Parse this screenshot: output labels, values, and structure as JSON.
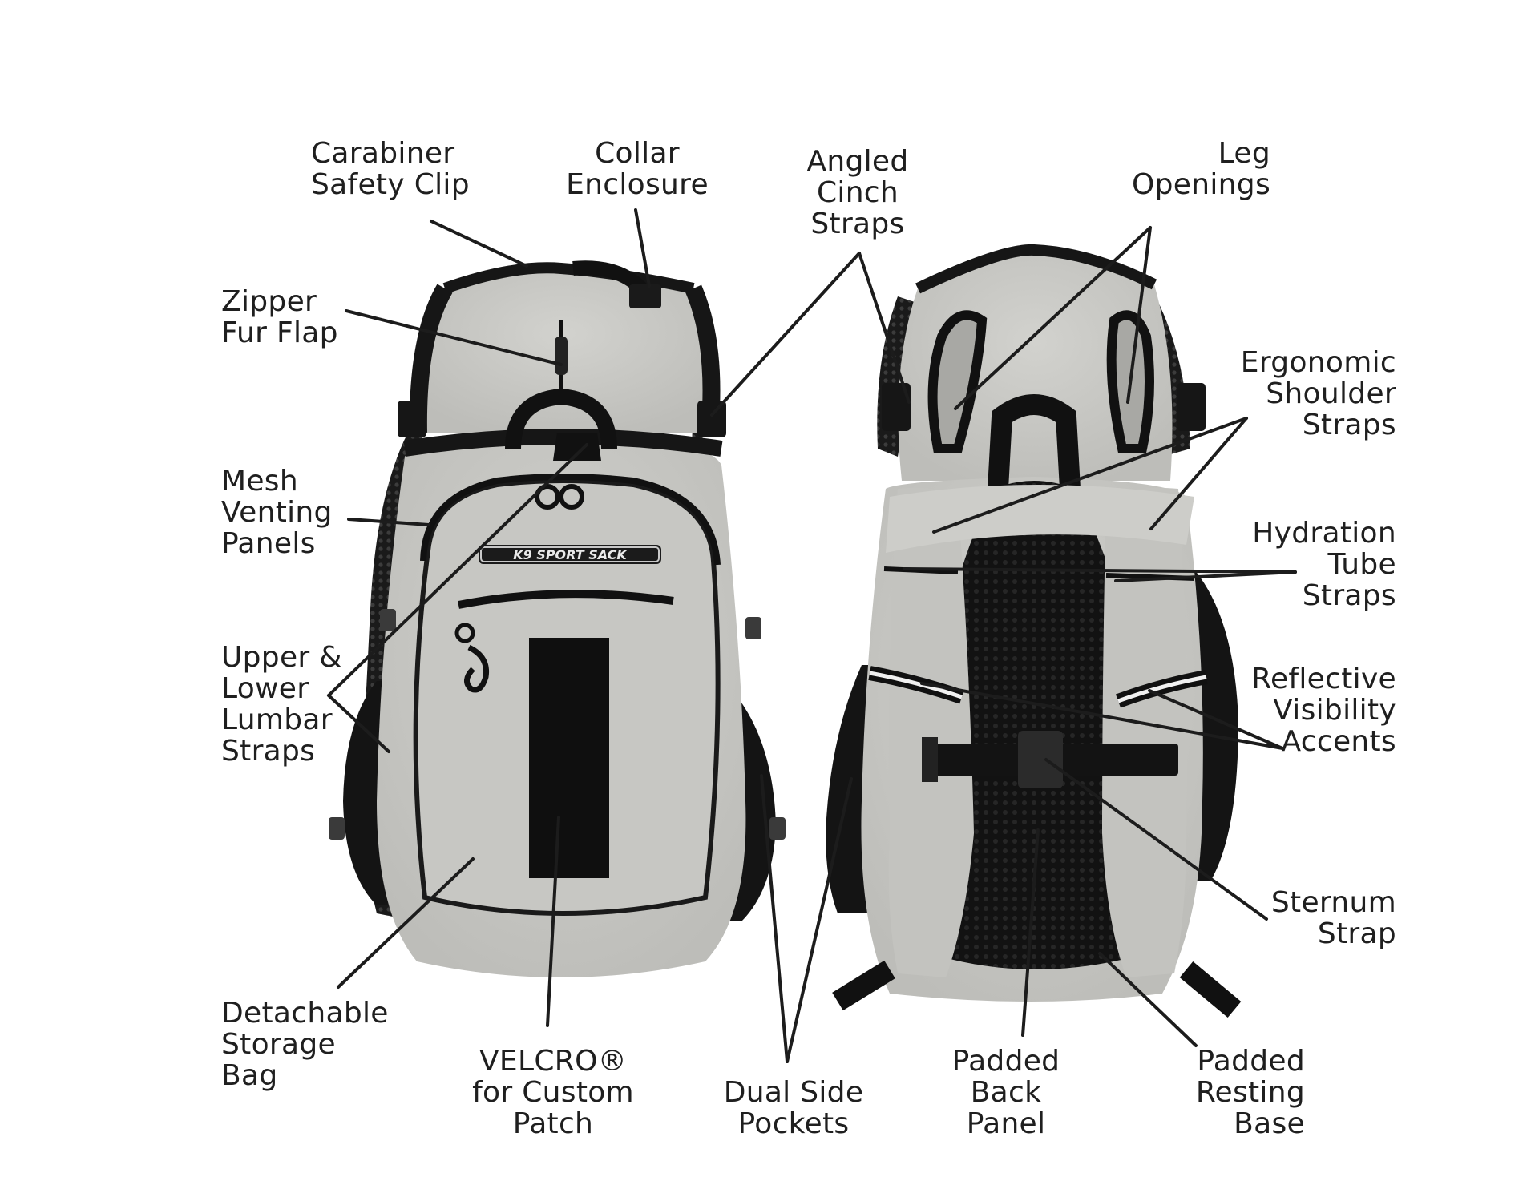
{
  "diagram": {
    "brand_logo": "K9 SPORT SACK",
    "colors": {
      "pack_body": "#c9c9c5",
      "pack_shade": "#b3b3af",
      "strap": "#161616",
      "line": "#1c1c1c",
      "reflective": "#f1f1f1"
    },
    "labels": {
      "carabiner": [
        "Carabiner",
        "Safety Clip"
      ],
      "collar": [
        "Collar",
        "Enclosure"
      ],
      "angled": [
        "Angled",
        "Cinch",
        "Straps"
      ],
      "leg": [
        "Leg",
        "Openings"
      ],
      "zipper": [
        "Zipper",
        "Fur Flap"
      ],
      "ergonomic": [
        "Ergonomic",
        "Shoulder",
        "Straps"
      ],
      "mesh": [
        "Mesh",
        "Venting",
        "Panels"
      ],
      "hydration": [
        "Hydration",
        "Tube",
        "Straps"
      ],
      "lumbar": [
        "Upper &",
        "Lower",
        "Lumbar",
        "Straps"
      ],
      "reflective": [
        "Reflective",
        "Visibility",
        "Accents"
      ],
      "sternum": [
        "Sternum",
        "Strap"
      ],
      "detachable": [
        "Detachable",
        "Storage",
        "Bag"
      ],
      "velcro": [
        "VELCRO®",
        "for Custom",
        "Patch"
      ],
      "dualside": [
        "Dual Side",
        "Pockets"
      ],
      "padback": [
        "Padded",
        "Back",
        "Panel"
      ],
      "padbase": [
        "Padded",
        "Resting",
        "Base"
      ]
    }
  }
}
